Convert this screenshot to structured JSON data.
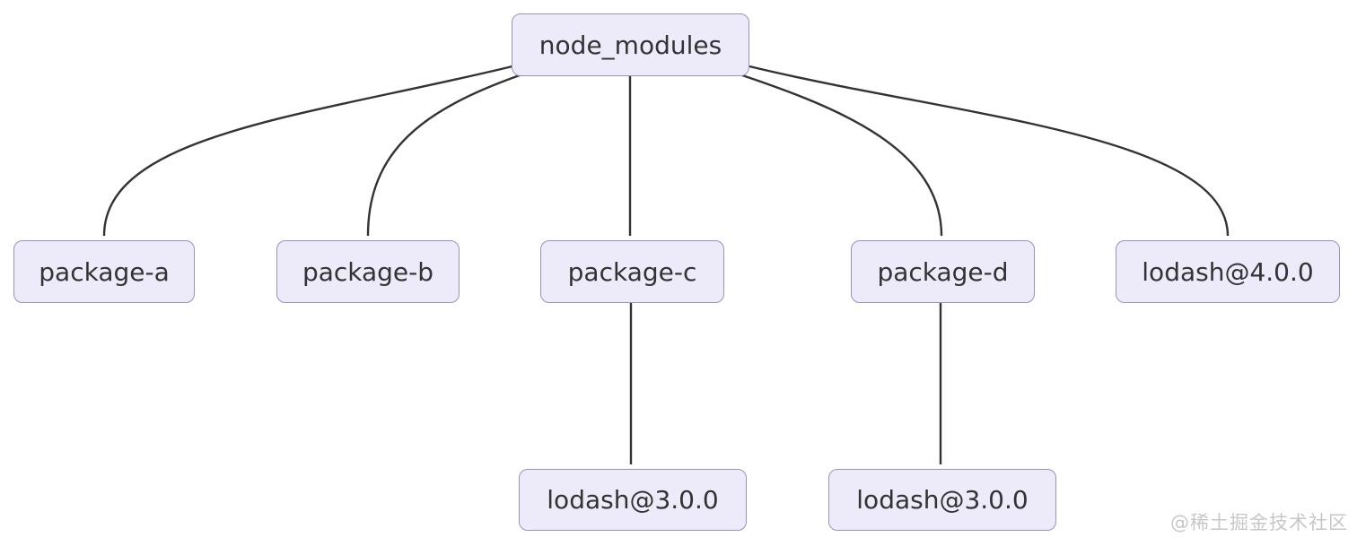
{
  "diagram": {
    "type": "dependency-tree-flowchart",
    "nodes": [
      {
        "id": "node_modules",
        "label": "node_modules"
      },
      {
        "id": "package-a",
        "label": "package-a"
      },
      {
        "id": "package-b",
        "label": "package-b"
      },
      {
        "id": "package-c",
        "label": "package-c"
      },
      {
        "id": "package-d",
        "label": "package-d"
      },
      {
        "id": "lodash-4",
        "label": "lodash@4.0.0"
      },
      {
        "id": "lodash-3-c",
        "label": "lodash@3.0.0"
      },
      {
        "id": "lodash-3-d",
        "label": "lodash@3.0.0"
      }
    ],
    "edges": [
      {
        "from": "node_modules",
        "to": "package-a"
      },
      {
        "from": "node_modules",
        "to": "package-b"
      },
      {
        "from": "node_modules",
        "to": "package-c"
      },
      {
        "from": "node_modules",
        "to": "package-d"
      },
      {
        "from": "node_modules",
        "to": "lodash@4.0.0"
      },
      {
        "from": "package-c",
        "to": "lodash@3.0.0"
      },
      {
        "from": "package-d",
        "to": "lodash@3.0.0"
      }
    ],
    "colors": {
      "node_fill": "#edebfa",
      "node_border": "#9d90bf",
      "node_text": "#333333",
      "edge": "#333333",
      "background": "#ffffff",
      "watermark": "#c7c7c7"
    }
  },
  "watermark": {
    "text": "@稀土掘金技术社区"
  }
}
